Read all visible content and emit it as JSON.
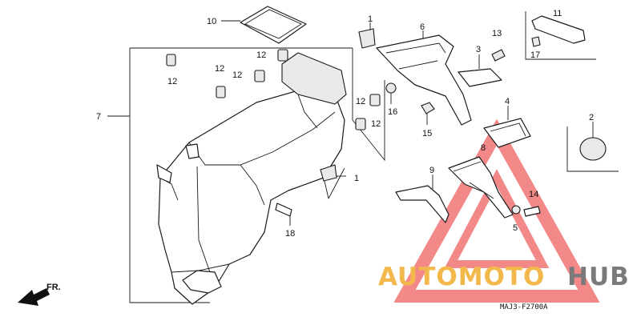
{
  "diagram": {
    "ref_code": "MAJ3-F2700A",
    "direction_label": "FR.",
    "callouts": {
      "c1a": "1",
      "c1b": "1",
      "c2": "2",
      "c3": "3",
      "c4": "4",
      "c5": "5",
      "c6": "6",
      "c7": "7",
      "c8": "8",
      "c9": "9",
      "c10": "10",
      "c11": "11",
      "c12a": "12",
      "c12b": "12",
      "c12c": "12",
      "c12d": "12",
      "c12e": "12",
      "c12f": "12",
      "c13": "13",
      "c14": "14",
      "c15": "15",
      "c16": "16",
      "c17": "17",
      "c18": "18"
    }
  },
  "watermark": {
    "part1": "AUTOMOTO",
    "part2": "HUB",
    "color_primary": "#f2b84b",
    "color_secondary": "#7a7a7a",
    "triangle_color": "#f06b6b"
  }
}
